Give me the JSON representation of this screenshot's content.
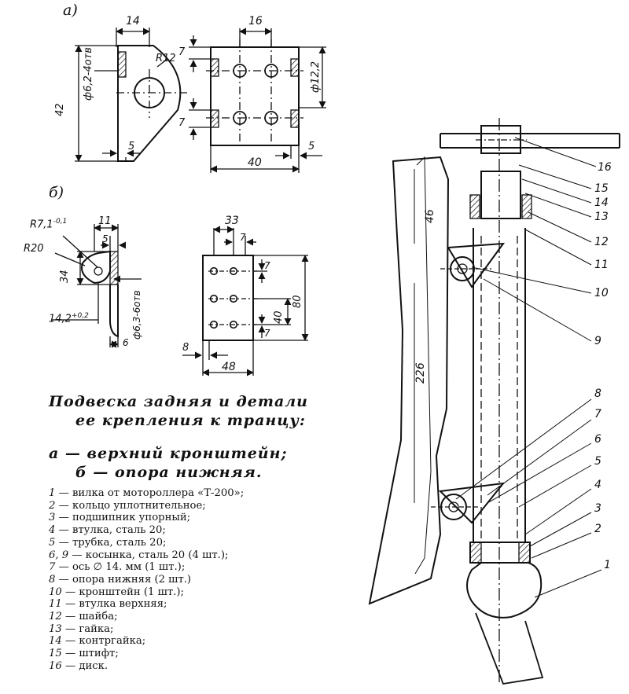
{
  "labels": {
    "sub_a": "а)",
    "sub_b": "б)"
  },
  "dims_a": {
    "d14": "14",
    "d16": "16",
    "d42": "42",
    "r12": "R12",
    "phi62": "ф6,2-4отв",
    "phi122": "ф12,2",
    "d7a": "7",
    "d7b": "7",
    "d5a": "5",
    "d5b": "5",
    "d40": "40"
  },
  "dims_b": {
    "r71": "R7,1",
    "r71_tol": "-0,1",
    "d11": "11",
    "r20": "R20",
    "d5": "5",
    "d34": "34",
    "d142": "14,2",
    "d142_tol": "+0,2",
    "phi63": "ф6,3-6отв",
    "d6": "6",
    "d33": "33",
    "d7a": "7",
    "d7b": "7",
    "d7c": "7",
    "d80": "80",
    "d40": "40",
    "d8": "8",
    "d48": "48"
  },
  "dims_main": {
    "d46": "46",
    "d226": "226"
  },
  "callouts": [
    "16",
    "15",
    "14",
    "13",
    "12",
    "11",
    "10",
    "9",
    "8",
    "7",
    "6",
    "5",
    "4",
    "3",
    "2",
    "1"
  ],
  "caption": {
    "line1": "Подвеска задняя и детали",
    "line2": "ее крепления к транцу:",
    "line3": "а — верхний кронштейн;",
    "line4": "б — опора нижняя."
  },
  "legend": [
    {
      "num": "1",
      "text": " — вилка от мотороллера «Т-200»;"
    },
    {
      "num": "2",
      "text": " — кольцо уплотнительное;"
    },
    {
      "num": "3",
      "text": " — подшипник упорный;"
    },
    {
      "num": "4",
      "text": " — втулка, сталь 20;"
    },
    {
      "num": "5",
      "text": " — трубка, сталь 20;"
    },
    {
      "num": "6, 9",
      "text": " — косынка, сталь 20 (4 шт.);"
    },
    {
      "num": "7",
      "text": " — ось ∅ 14. мм (1 шт.);"
    },
    {
      "num": "8",
      "text": " — опора нижняя (2 шт.)"
    },
    {
      "num": "10",
      "text": " — кронштейн (1 шт.);"
    },
    {
      "num": "11",
      "text": " — втулка верхняя;"
    },
    {
      "num": "12",
      "text": " — шайба;"
    },
    {
      "num": "13",
      "text": " — гайка;"
    },
    {
      "num": "14",
      "text": " — контргайка;"
    },
    {
      "num": "15",
      "text": " — штифт;"
    },
    {
      "num": "16",
      "text": " — диск."
    }
  ]
}
